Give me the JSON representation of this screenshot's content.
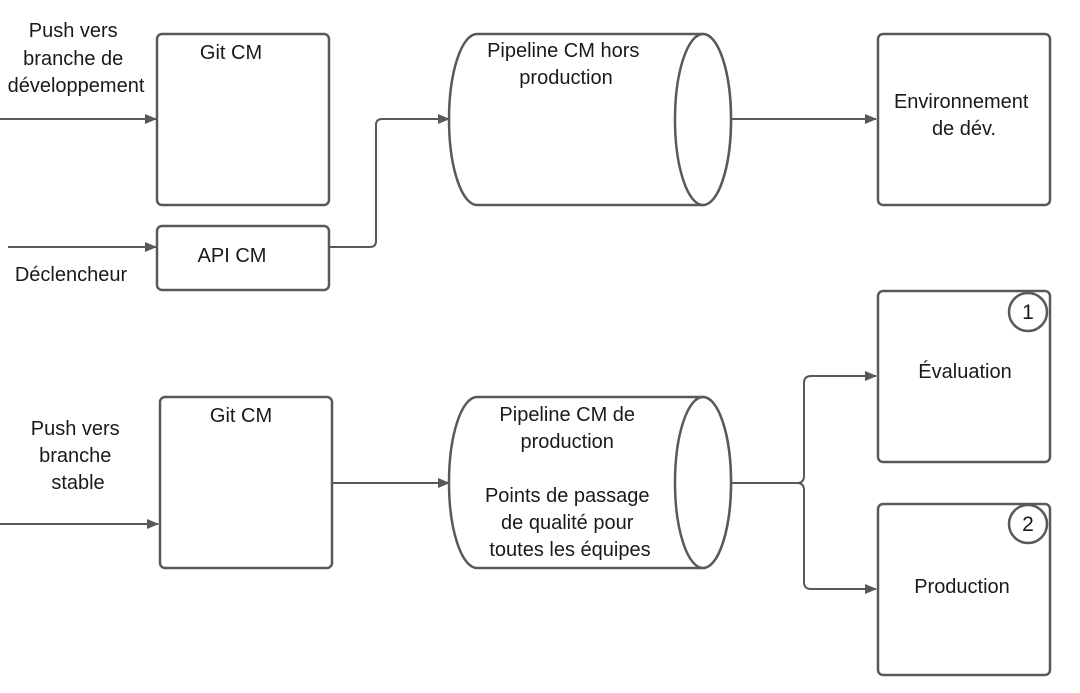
{
  "inputs": {
    "push_dev": [
      "Push vers",
      "branche de",
      "développement"
    ],
    "trigger": "Déclencheur",
    "push_stable": [
      "Push vers",
      "branche",
      "stable"
    ]
  },
  "nodes": {
    "git_cm_top": "Git CM",
    "api_cm": "API CM",
    "pipeline_nonprod": [
      "Pipeline CM hors",
      "production"
    ],
    "env_dev": [
      "Environnement",
      "de dév."
    ],
    "git_cm_bottom": "Git CM",
    "pipeline_prod": [
      "Pipeline CM de",
      "production",
      "",
      "Points de passage",
      "de qualité pour",
      "toutes les équipes"
    ],
    "evaluation": "Évaluation",
    "production": "Production"
  },
  "badges": {
    "evaluation": "1",
    "production": "2"
  }
}
